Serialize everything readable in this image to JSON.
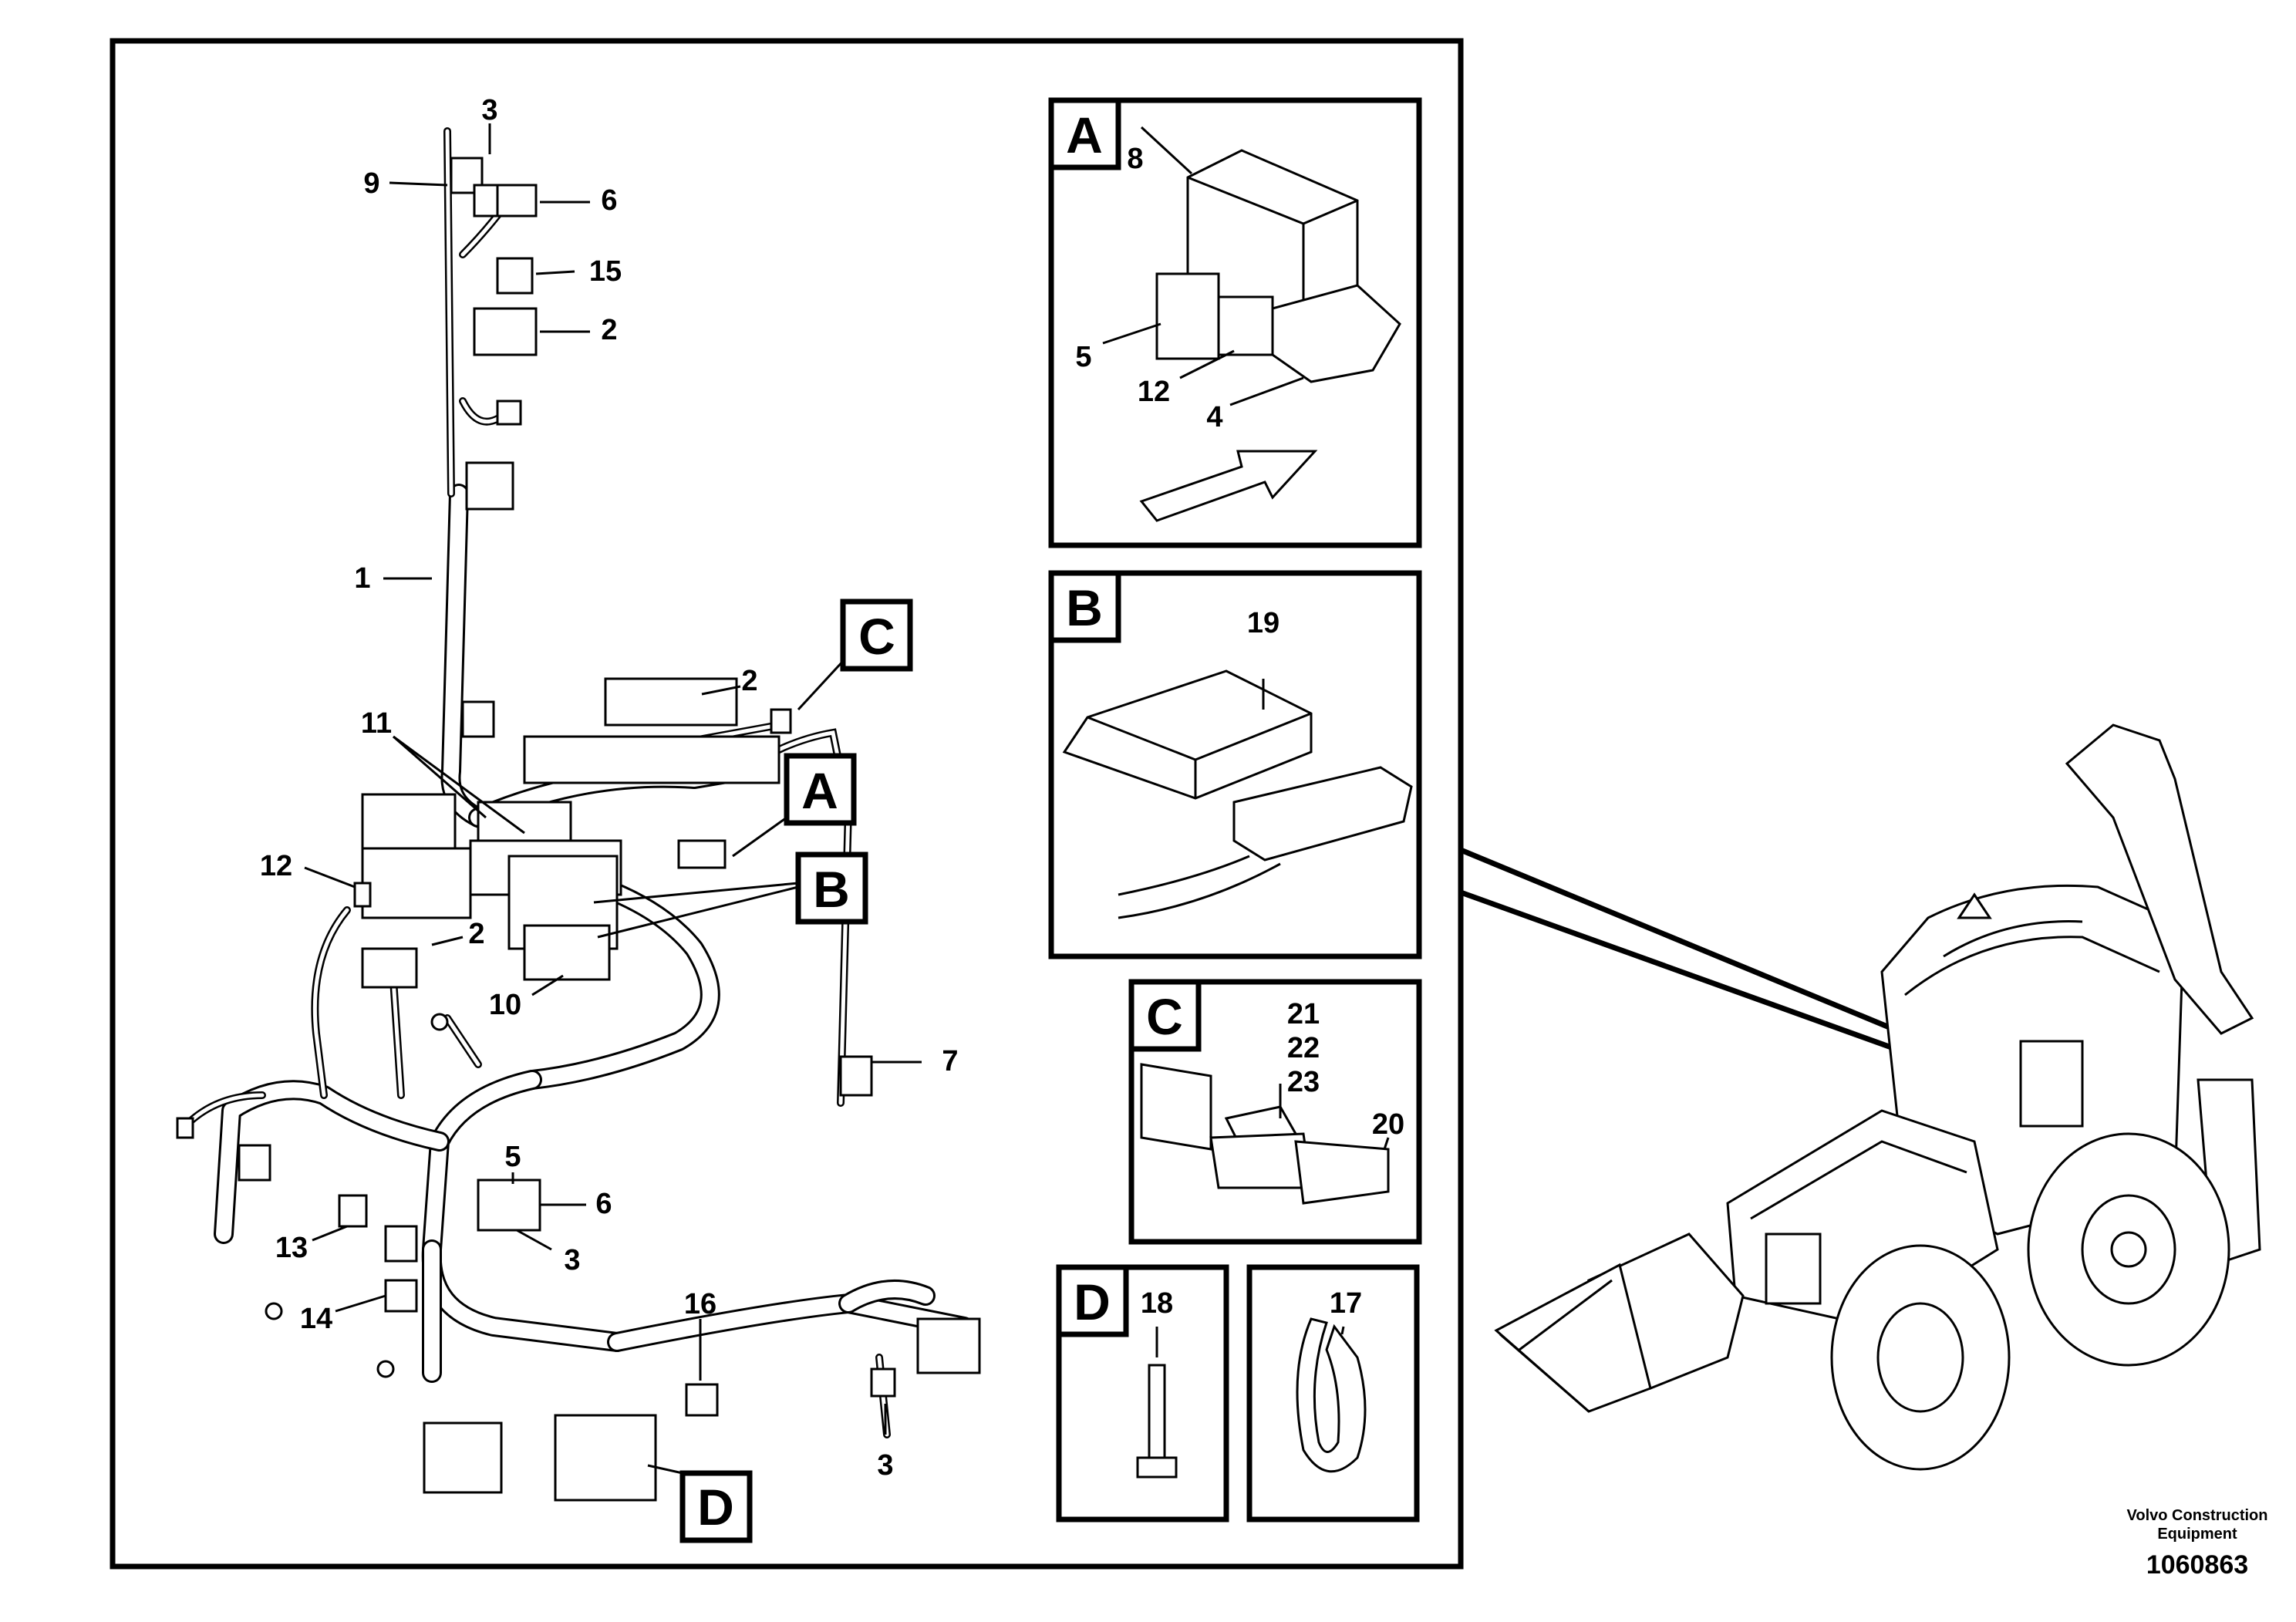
{
  "callouts": {
    "c1": "1",
    "c2a": "2",
    "c2b": "2",
    "c2c": "2",
    "c3a": "3",
    "c3b": "3",
    "c3c": "3",
    "c4": "4",
    "c5a": "5",
    "c5b": "5",
    "c6a": "6",
    "c6b": "6",
    "c7": "7",
    "c8": "8",
    "c9": "9",
    "c10": "10",
    "c11": "11",
    "c12a": "12",
    "c12b": "12",
    "c13": "13",
    "c14": "14",
    "c15": "15",
    "c16": "16",
    "c17": "17",
    "c18": "18",
    "c19": "19",
    "c20": "20",
    "c21": "21",
    "c22": "22",
    "c23": "23"
  },
  "detail_labels": {
    "A": "A",
    "B": "B",
    "C": "C",
    "D": "D",
    "A_main": "A",
    "B_main": "B",
    "C_main": "C",
    "D_main": "D"
  },
  "credit": {
    "company": "Volvo Construction Equipment",
    "drawing_number": "1060863"
  }
}
